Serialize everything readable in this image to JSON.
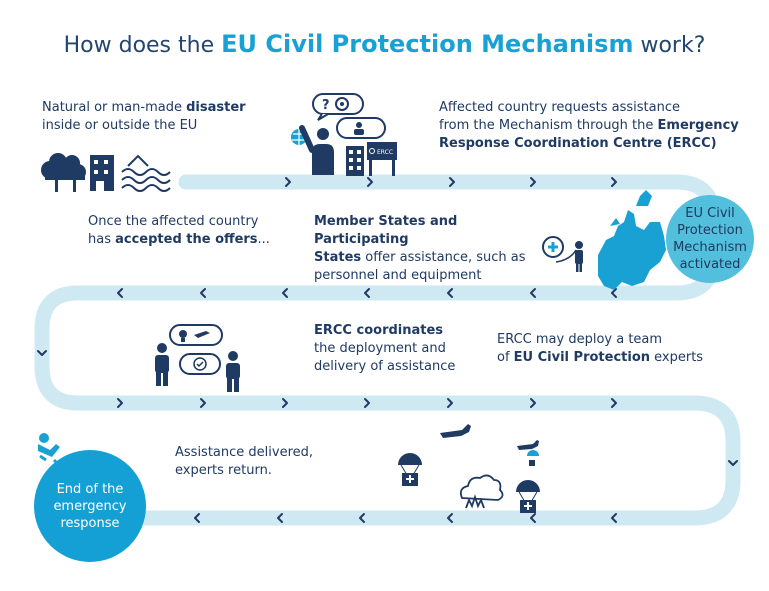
{
  "title": {
    "prefix": "How does the",
    "emphasis": "EU Civil Protection Mechanism",
    "suffix": "work?"
  },
  "steps": {
    "disaster": {
      "text": "Natural or man-made ",
      "bold": "disaster",
      "line2": "inside or outside the EU"
    },
    "request": {
      "line1": "Affected country requests assistance",
      "line2": "from the Mechanism through the ",
      "bold1": "Emergency",
      "bold2": "Response  Coordination Centre (ERCC)"
    },
    "offers": {
      "bold1": "Member States and Participating",
      "bold2": "States",
      "text": " offer assistance, such as",
      "line3": "personnel and equipment"
    },
    "accepted": {
      "line1": "Once the affected country",
      "line2a": "has ",
      "bold": "accepted  the offers",
      "line2b": "..."
    },
    "coordinates": {
      "bold": "ERCC coordinates",
      "line2": "the deployment and",
      "line3": "delivery of assistance"
    },
    "team": {
      "line1": "ERCC may deploy a team",
      "line2a": "of ",
      "bold": "EU Civil Protection",
      "line2b": " experts"
    },
    "delivered": {
      "line1": "Assistance delivered,",
      "line2": "experts return."
    }
  },
  "activated": {
    "line1": "EU Civil",
    "line2": "Protection",
    "line3": "Mechanism",
    "line4": "activated"
  },
  "end": {
    "line1": "End of the",
    "line2": "emergency",
    "line3": "response"
  },
  "icons": {
    "ercc_sign": "ERCC",
    "question_mark": "?"
  },
  "colors": {
    "path": "#cfe9f3",
    "arrow": "#1f3a63",
    "accent": "#1aa1d4",
    "dark": "#1f3a63",
    "mid_circle": "#52c0dc",
    "end_circle": "#14a0d5"
  }
}
